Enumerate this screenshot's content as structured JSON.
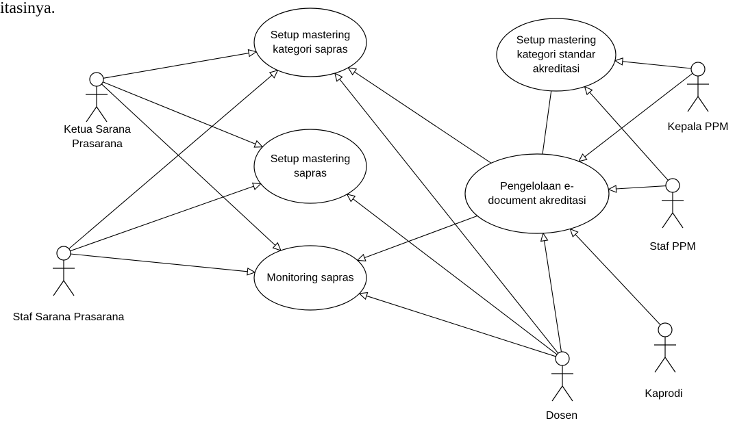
{
  "page_text": "itasinya.",
  "use_cases": [
    {
      "id": "kategori_sapras",
      "lines": [
        "Setup mastering",
        "kategori sapras"
      ]
    },
    {
      "id": "sapras",
      "lines": [
        "Setup mastering",
        "sapras"
      ]
    },
    {
      "id": "monitoring",
      "lines": [
        "Monitoring sapras"
      ]
    },
    {
      "id": "kategori_standar",
      "lines": [
        "Setup mastering",
        "kategori standar",
        "akreditasi"
      ]
    },
    {
      "id": "pengelolaan",
      "lines": [
        "Pengelolaan e-",
        "document akreditasi"
      ]
    }
  ],
  "actors": [
    {
      "id": "ketua",
      "lines": [
        "Ketua Sarana",
        "Prasarana"
      ]
    },
    {
      "id": "staf_sarana",
      "lines": [
        "Staf Sarana Prasarana"
      ]
    },
    {
      "id": "kepala_ppm",
      "lines": [
        "Kepala PPM"
      ]
    },
    {
      "id": "staf_ppm",
      "lines": [
        "Staf PPM"
      ]
    },
    {
      "id": "kaprodi",
      "lines": [
        "Kaprodi"
      ]
    },
    {
      "id": "dosen",
      "lines": [
        "Dosen"
      ]
    }
  ],
  "associations": [
    {
      "from": "ketua",
      "to": "kategori_sapras"
    },
    {
      "from": "ketua",
      "to": "sapras"
    },
    {
      "from": "ketua",
      "to": "monitoring"
    },
    {
      "from": "staf_sarana",
      "to": "kategori_sapras"
    },
    {
      "from": "staf_sarana",
      "to": "sapras"
    },
    {
      "from": "staf_sarana",
      "to": "monitoring"
    },
    {
      "from": "dosen",
      "to": "kategori_sapras"
    },
    {
      "from": "dosen",
      "to": "sapras"
    },
    {
      "from": "dosen",
      "to": "monitoring"
    },
    {
      "from": "dosen",
      "to": "pengelolaan"
    },
    {
      "from": "pengelolaan",
      "to": "kategori_sapras"
    },
    {
      "from": "pengelolaan",
      "to": "monitoring"
    },
    {
      "from": "kepala_ppm",
      "to": "kategori_standar"
    },
    {
      "from": "kepala_ppm",
      "to": "pengelolaan"
    },
    {
      "from": "staf_ppm",
      "to": "kategori_standar"
    },
    {
      "from": "staf_ppm",
      "to": "pengelolaan"
    },
    {
      "from": "kaprodi",
      "to": "pengelolaan"
    },
    {
      "from": "pengelolaan",
      "to": "kategori_standar",
      "plain": true
    }
  ]
}
